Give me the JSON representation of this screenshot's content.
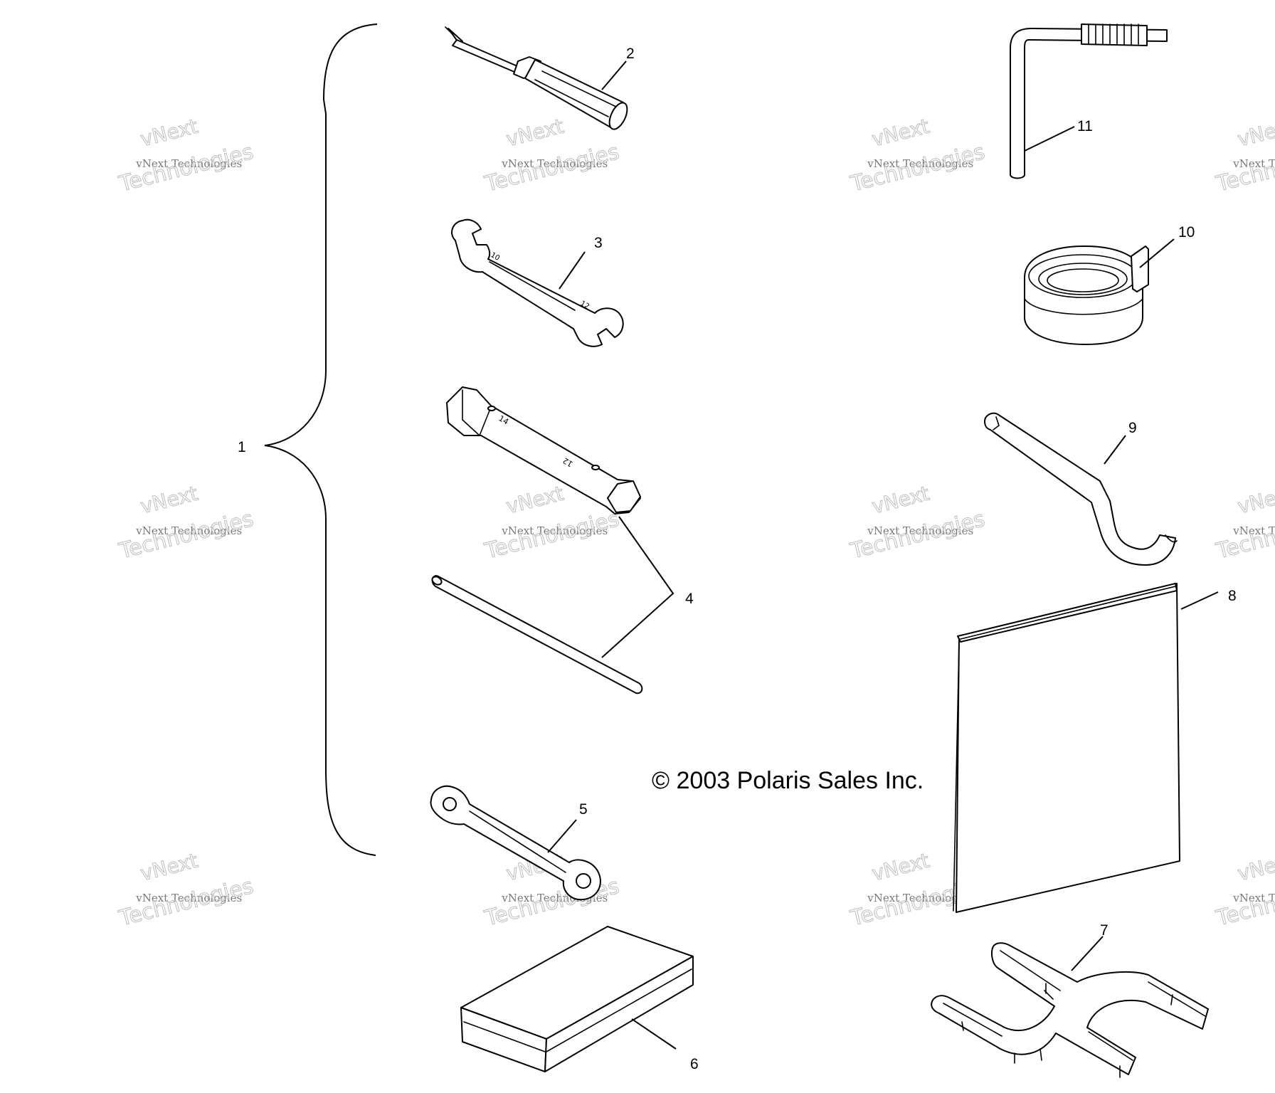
{
  "callouts": [
    "1",
    "2",
    "3",
    "4",
    "5",
    "6",
    "7",
    "8",
    "9",
    "10",
    "11"
  ],
  "copyright": "© 2003 Polaris Sales Inc.",
  "watermark": {
    "line1": "vNext",
    "line2": "vNext Technologies",
    "line3": "Technologies"
  },
  "colors": {
    "line": "#000000",
    "background": "#ffffff",
    "watermark": "#c4c4c4"
  }
}
